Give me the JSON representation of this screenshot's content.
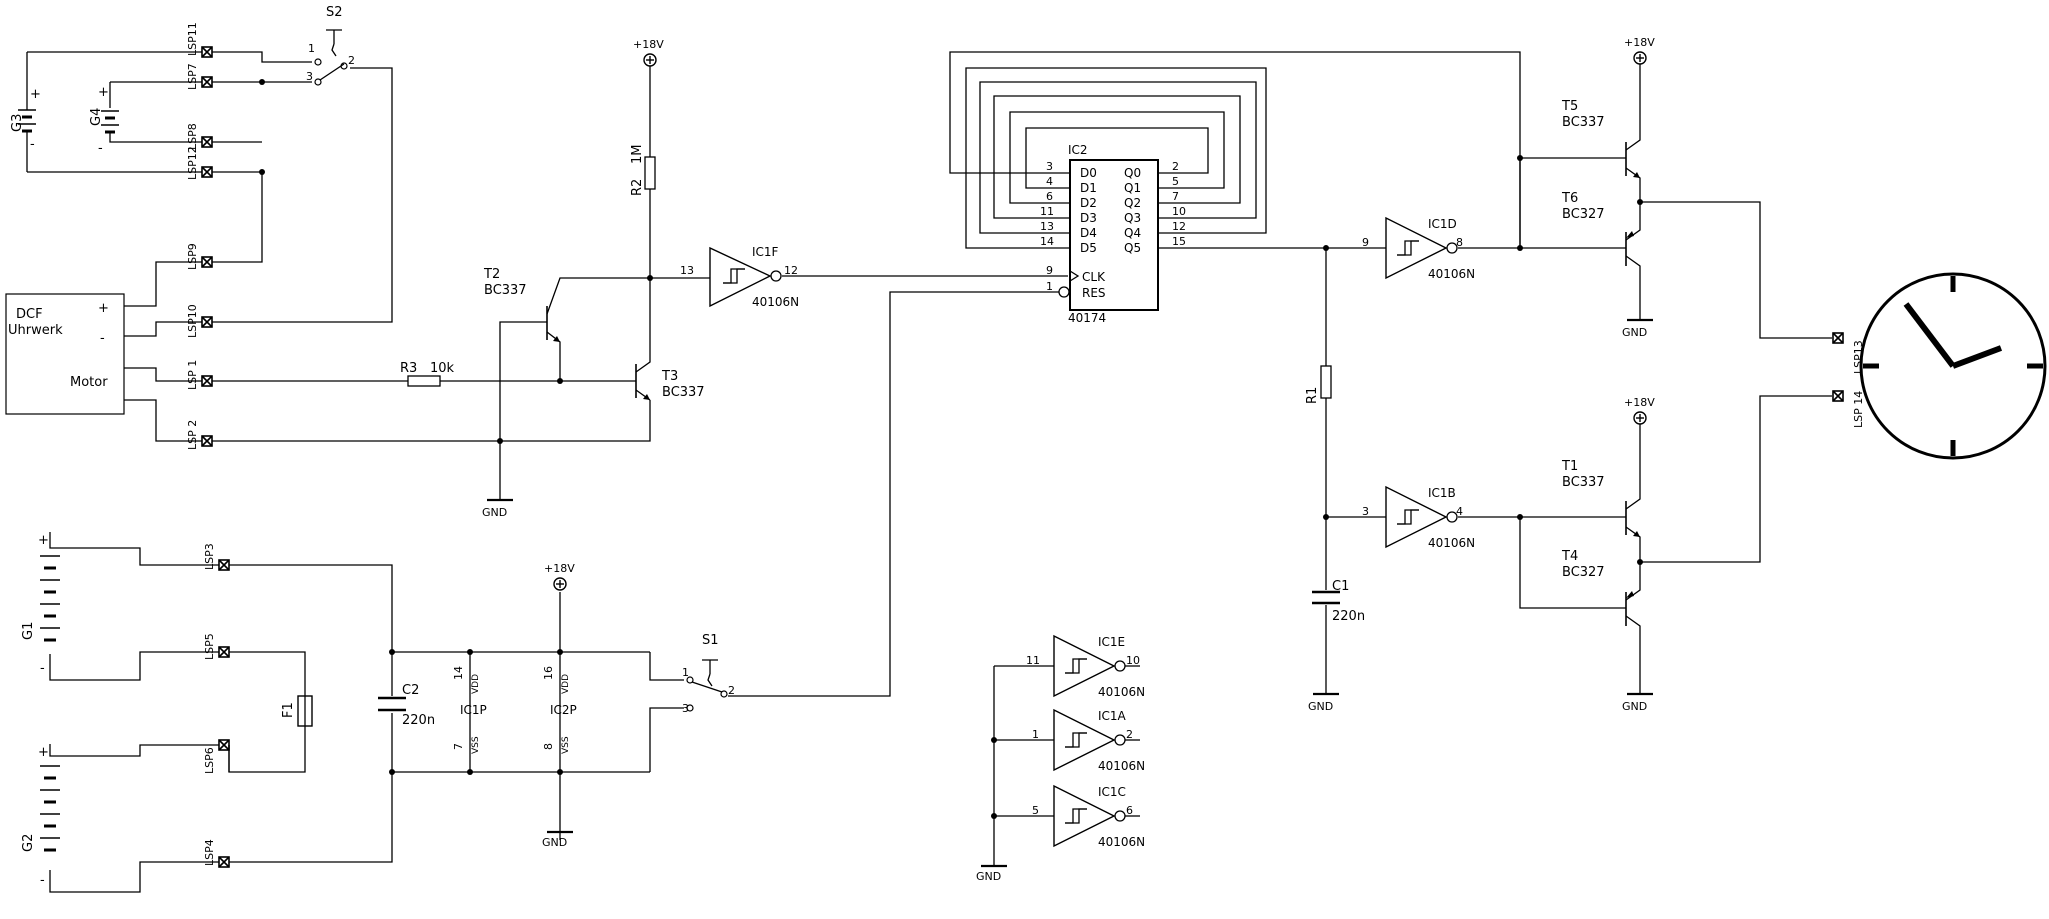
{
  "schematic": {
    "labels": {
      "s2": "S2",
      "s1": "S1",
      "lsp7": "LSP7",
      "lsp11": "LSP11",
      "lsp12": "LSP12",
      "lsp8": "LSP8",
      "lsp9": "LSP9",
      "lsp10": "LSP10",
      "lsp1": "LSP 1",
      "lsp2": "LSP 2",
      "lsp3": "LSP3",
      "lsp4": "LSP4",
      "lsp5": "LSP5",
      "lsp6": "LSP6",
      "lsp13": "LSP13",
      "lsp14": "LSP 14",
      "g3": "G3",
      "g4": "G4",
      "g1": "G1",
      "g2": "G2",
      "dcf1": "DCF",
      "dcf2": "Uhrwerk",
      "motor": "Motor",
      "plus": "+",
      "minus": "-",
      "v18": "+18V",
      "gnd": "GND",
      "r2": "R2",
      "r2v": "1M",
      "r3": "R3",
      "r3v": "10k",
      "r1": "R1",
      "t2": "T2",
      "t2t": "BC337",
      "t3": "T3",
      "t3t": "BC337",
      "t5": "T5",
      "t5t": "BC337",
      "t6": "T6",
      "t6t": "BC327",
      "t1": "T1",
      "t1t": "BC337",
      "t4": "T4",
      "t4t": "BC327",
      "ic1f": "IC1F",
      "ic1d": "IC1D",
      "ic1b": "IC1B",
      "ic1e": "IC1E",
      "ic1a": "IC1A",
      "ic1c": "IC1C",
      "p40106": "40106N",
      "ic2": "IC2",
      "p40174": "40174",
      "d0": "D0",
      "d1": "D1",
      "d2": "D2",
      "d3": "D3",
      "d4": "D4",
      "d5": "D5",
      "q0": "Q0",
      "q1": "Q1",
      "q2": "Q2",
      "q3": "Q3",
      "q4": "Q4",
      "q5": "Q5",
      "clk": "CLK",
      "res": "RES",
      "c2": "C2",
      "c2v": "220n",
      "c1": "C1",
      "c1v": "220n",
      "f1": "F1",
      "ic1p": "IC1P",
      "ic2p": "IC2P",
      "vdd": "VDD",
      "vss": "VSS",
      "pin1": "1",
      "pin2": "2",
      "pin3": "3",
      "pin4": "4",
      "pin5": "5",
      "pin6": "6",
      "pin7": "7",
      "pin8": "8",
      "pin9": "9",
      "pin10": "10",
      "pin11": "11",
      "pin12": "12",
      "pin13": "13",
      "pin14": "14",
      "pin15": "15",
      "pin16": "16"
    }
  }
}
